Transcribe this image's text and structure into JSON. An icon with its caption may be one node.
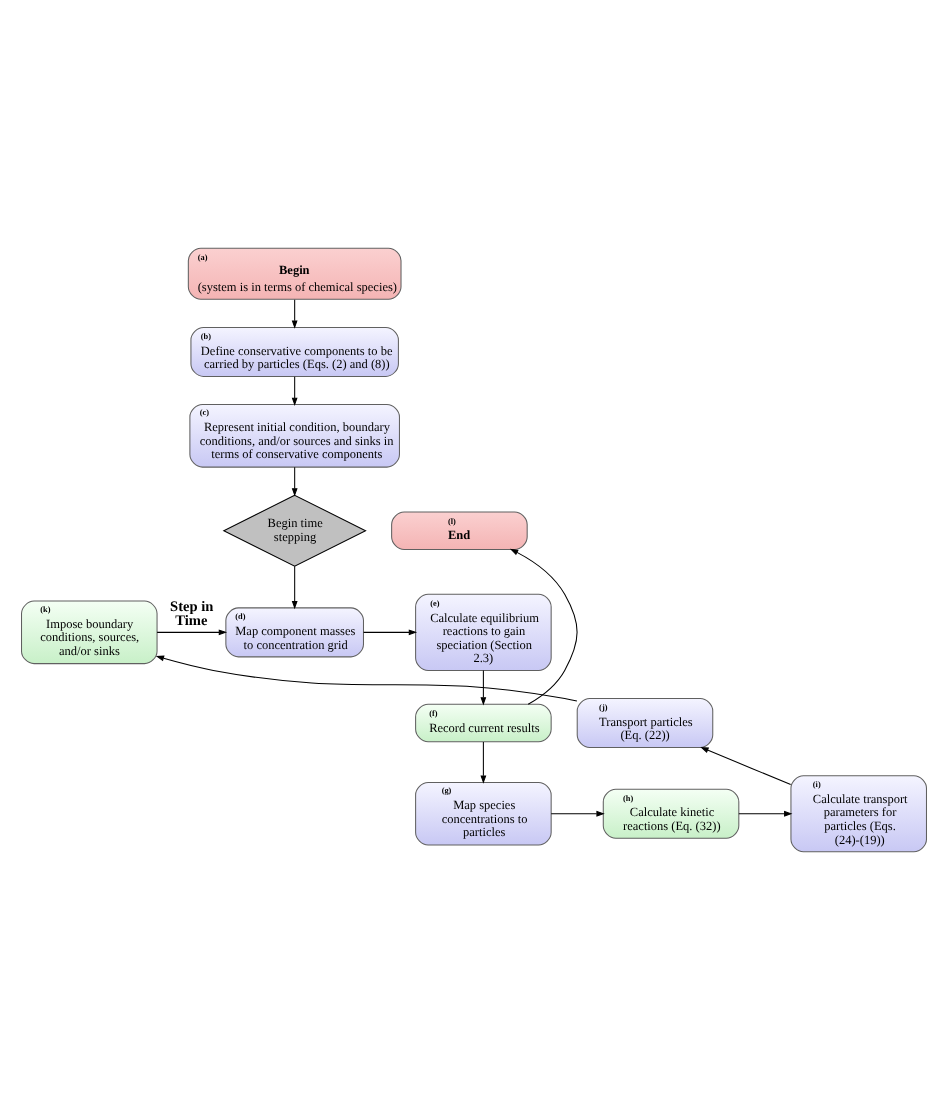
{
  "diagram": {
    "nodes": [
      {
        "text": [
          "(a)",
          "Begin",
          "(system is in terms of chemical species)"
        ]
      },
      {
        "text": [
          "(b)",
          "Define conservative components to be carried by particles (Eqs. (2) and (8))"
        ]
      },
      {
        "text": [
          "(c)",
          "Represent initial condition, boundary conditions, and/or sources and sinks in terms of conservative components"
        ]
      },
      {
        "text": [
          "Begin time stepping"
        ]
      },
      {
        "text": [
          "(l)",
          "End"
        ]
      },
      {
        "text": [
          "(e)",
          "Calculate equilibrium reactions to gain speciation (Section 2.3)"
        ]
      },
      {
        "text": [
          "(d)",
          "Map component masses to concentration grid"
        ]
      },
      {
        "text": [
          "(k)",
          "Impose boundary conditions, sources, and/or sinks"
        ]
      },
      {
        "text": [
          "(f)",
          "Record current results"
        ]
      },
      {
        "text": [
          "(j)",
          "Transport particles (Eq. (22))"
        ]
      },
      {
        "text": [
          "(g)",
          "Map species concentrations to particles"
        ]
      },
      {
        "text": [
          "(h)",
          "Calculate kinetic reactions (Eq. (32))"
        ]
      },
      {
        "text": [
          "(i)",
          "Calculate transport parameters for particles (Eqs. (24)-(19))"
        ]
      }
    ],
    "edges": [
      {
        "from": 0,
        "to": 1,
        "arrow": "to"
      },
      {
        "from": 1,
        "to": 2,
        "arrow": "to"
      },
      {
        "from": 2,
        "to": 3,
        "arrow": "to"
      },
      {
        "from": 3,
        "to": 6,
        "arrow": "to"
      },
      {
        "from": 6,
        "to": 5,
        "arrow": "to"
      },
      {
        "from": 5,
        "to": 8,
        "arrow": "to"
      },
      {
        "from": 8,
        "to": 4,
        "arrow": "to"
      },
      {
        "from": 8,
        "to": 10,
        "arrow": "to"
      },
      {
        "from": 10,
        "to": 11,
        "arrow": "to"
      },
      {
        "from": 11,
        "to": 12,
        "arrow": "to"
      },
      {
        "from": 12,
        "to": 9,
        "arrow": "to"
      },
      {
        "from": 9,
        "to": 7,
        "arrow": "to"
      },
      {
        "from": 7,
        "to": 6,
        "arrow": "to",
        "label": "Step in Time"
      }
    ]
  }
}
